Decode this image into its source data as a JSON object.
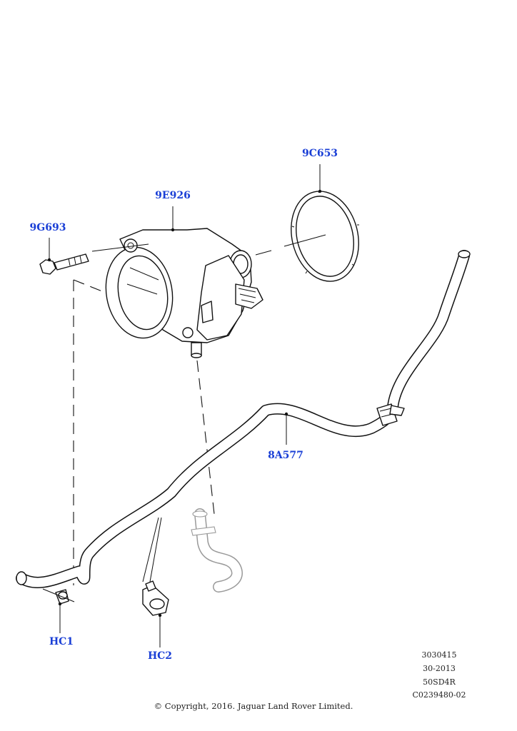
{
  "callouts": {
    "gasket": "9C653",
    "throttle_body": "9E926",
    "bolt": "9G693",
    "hose": "8A577",
    "clip_1": "HC1",
    "clip_2": "HC2"
  },
  "reference_codes": [
    "3030415",
    "30-2013",
    "50SD4R",
    "C0239480-02"
  ],
  "copyright": "© Copyright, 2016. Jaguar Land Rover Limited.",
  "colors": {
    "callout": "#1a3fd6",
    "lines": "#111111"
  }
}
